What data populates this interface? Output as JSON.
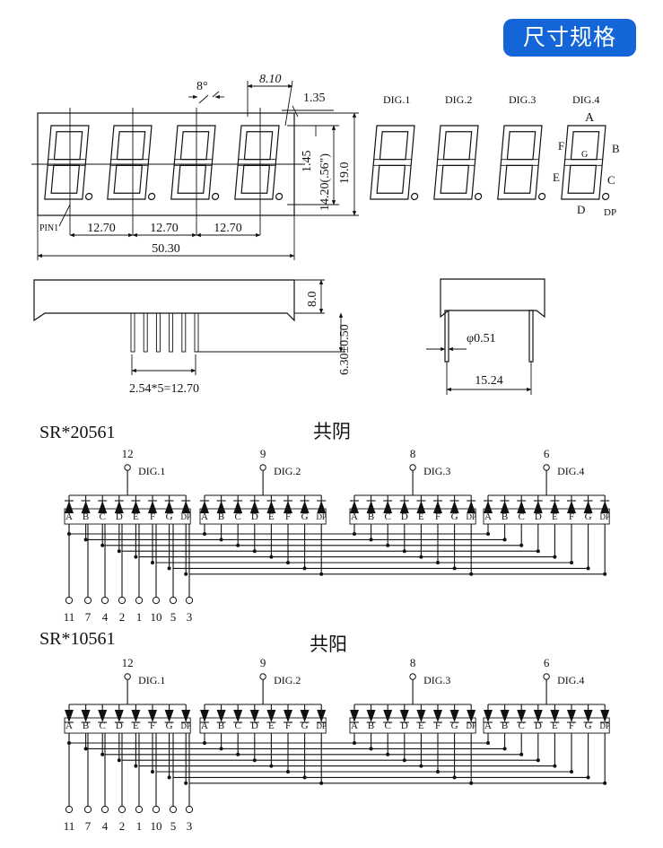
{
  "badge": {
    "label": "尺寸规格"
  },
  "top_view": {
    "angle": "8°",
    "width_top": "8.10",
    "offset": "1.35",
    "seg_height": "1.45",
    "digit_height": "14.20(.56\")",
    "total_height": "19.0",
    "pin1_label": "PIN1",
    "pitch1": "12.70",
    "pitch2": "12.70",
    "pitch3": "12.70",
    "total_width": "50.30"
  },
  "side_view": {
    "body_height": "8.0",
    "pin_length": "6.30±0.50",
    "pin_pitch": "2.54*5=12.70"
  },
  "end_view": {
    "pin_dia": "φ0.51",
    "row_spacing": "15.24"
  },
  "digit_labels": [
    "DIG.1",
    "DIG.2",
    "DIG.3",
    "DIG.4"
  ],
  "segment_legend": {
    "A": "A",
    "B": "B",
    "C": "C",
    "D": "D",
    "E": "E",
    "F": "F",
    "G": "G",
    "DP": "DP"
  },
  "segments": [
    "A",
    "B",
    "C",
    "D",
    "E",
    "F",
    "G",
    "DP"
  ],
  "common_pins": [
    "12",
    "9",
    "8",
    "6"
  ],
  "segment_pins": [
    "11",
    "7",
    "4",
    "2",
    "1",
    "10",
    "5",
    "3"
  ],
  "schematic_cathode": {
    "part": "SR*20561",
    "type": "共阴"
  },
  "schematic_anode": {
    "part": "SR*10561",
    "type": "共阳"
  }
}
